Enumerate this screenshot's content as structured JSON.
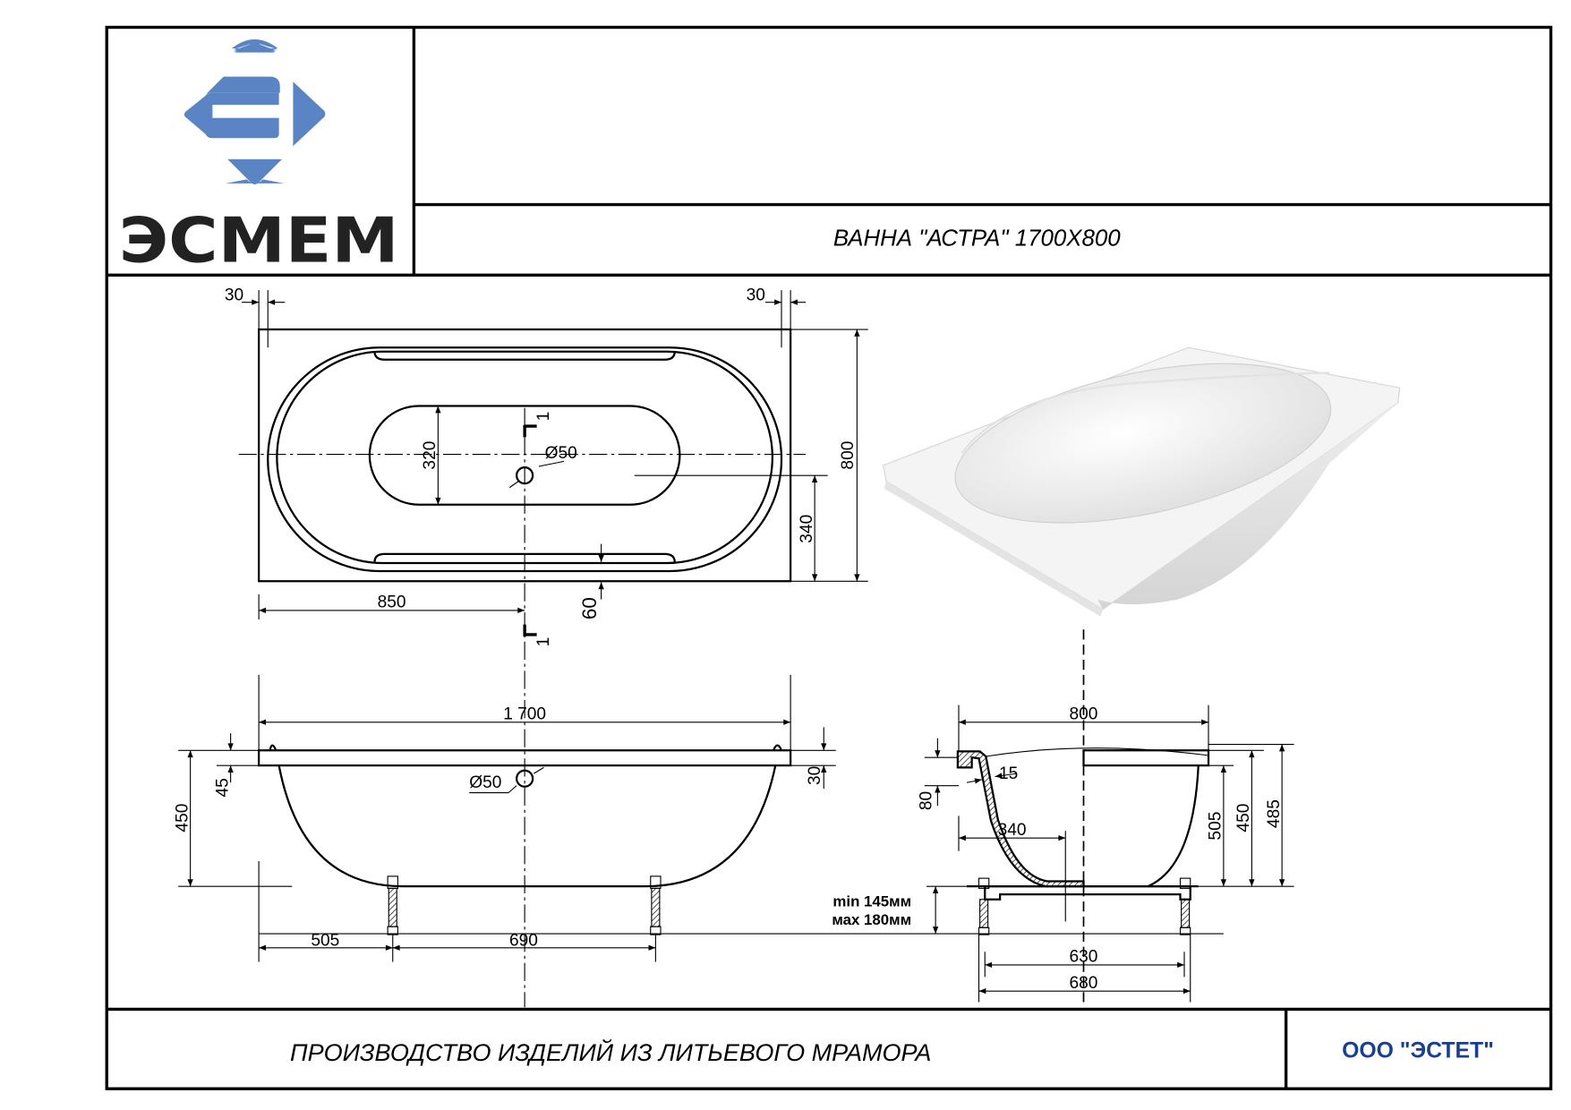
{
  "logo": {
    "text": "ЭСМЕМ",
    "color": "#5b84c4"
  },
  "title": "ВАННА \"АСТРА\" 1700Х800",
  "footer": {
    "description": "ПРОИЗВОДСТВО ИЗДЕЛИЙ ИЗ ЛИТЬЕВОГО МРАМОРА",
    "company": "ООО \"ЭСТЕТ\"",
    "company_color": "#1b3f8f"
  },
  "top_view": {
    "rim_left": "30",
    "rim_right": "30",
    "width": "800",
    "basin_width": "320",
    "drain": "Ø50",
    "drain_offset": "340",
    "half_length": "850",
    "wall": "60",
    "section_mark": "1"
  },
  "side_view": {
    "length": "1 700",
    "height": "450",
    "rim_height": "45",
    "rim_thickness": "30",
    "drain": "Ø50",
    "leg_offset": "505",
    "leg_spacing": "690"
  },
  "section_view": {
    "width": "800",
    "wall_thickness": "15",
    "rim_drop": "80",
    "half_bottom": "340",
    "depth_505": "505",
    "depth_450": "450",
    "depth_485": "485",
    "frame_inner": "630",
    "frame_outer": "680",
    "leg_min": "min 145мм",
    "leg_max": "мах 180мм"
  }
}
